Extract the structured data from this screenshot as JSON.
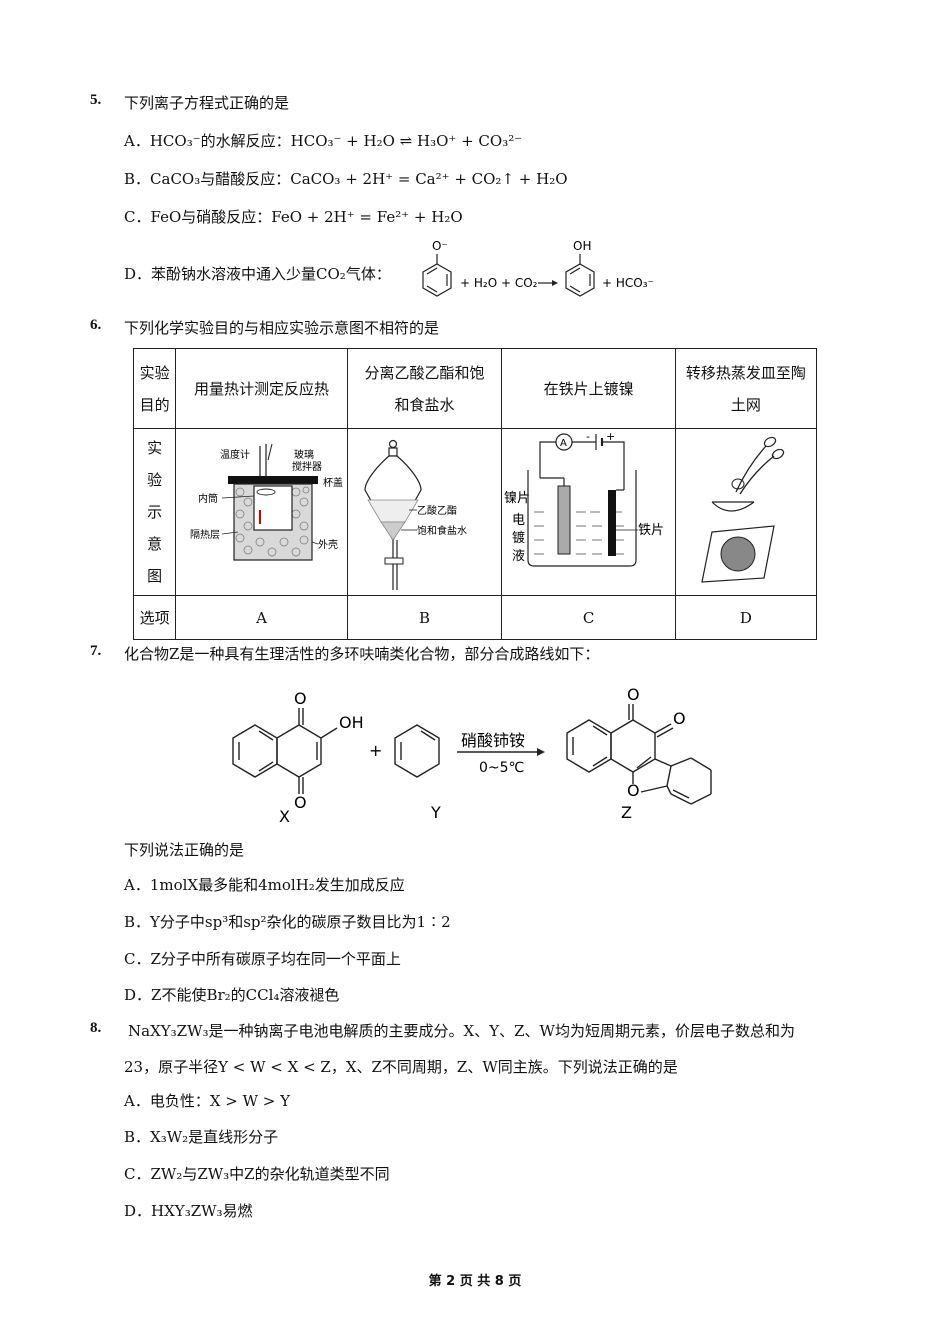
{
  "q5": {
    "num": "5.",
    "stem": "下列离子方程式正确的是",
    "a_label": "A．",
    "a_text": "HCO₃⁻的水解反应：HCO₃⁻ + H₂O ⇌ H₃O⁺ + CO₃²⁻",
    "b_label": "B．",
    "b_text": "CaCO₃与醋酸反应：CaCO₃ + 2H⁺ = Ca²⁺ + CO₂↑ + H₂O",
    "c_label": "C．",
    "c_text": "FeO与硝酸反应：FeO + 2H⁺ = Fe²⁺ + H₂O",
    "d_label": "D．",
    "d_text": "苯酚钠水溶液中通入少量CO₂气体：",
    "d_o": "O⁻",
    "d_mid": "+ H₂O + CO₂",
    "d_oh": "OH",
    "d_end": "+ HCO₃⁻"
  },
  "q6": {
    "num": "6.",
    "stem": "下列化学实验目的与相应实验示意图不相符的是",
    "row1_header": "实验\n目的",
    "row1": [
      "用量热计测定反应热",
      "分离乙酸乙酯和饱和食盐水",
      "在铁片上镀镍",
      "转移热蒸发皿至陶土网"
    ],
    "row2_header": "实验示意图",
    "row3_header": "选项",
    "options": [
      "A",
      "B",
      "C",
      "D"
    ],
    "figA_labels": {
      "thermo": "温度计",
      "glass1": "玻璃",
      "glass2": "搅拌器",
      "inner": "内筒",
      "lid": "杯盖",
      "insul": "隔热层",
      "shell": "外壳"
    },
    "figB_labels": {
      "ester": "乙酸乙酯",
      "brine": "饱和食盐水"
    },
    "figC_labels": {
      "ammeter": "A",
      "nickel": "镍片",
      "elec1": "电",
      "elec2": "镀",
      "elec3": "液",
      "iron": "铁片",
      "minus": "-",
      "plus": "+"
    }
  },
  "q7": {
    "num": "7.",
    "stem": "化合物Z是一种具有生理活性的多环呋喃类化合物，部分合成路线如下：",
    "reagent": "硝酸铈铵",
    "cond": "0~5℃",
    "x": "X",
    "y": "Y",
    "z": "Z",
    "plus": "+",
    "o": "O",
    "oh": "OH",
    "sub_stem": "下列说法正确的是",
    "a": "A．1molX最多能和4molH₂发生加成反应",
    "b": "B．Y分子中sp³和sp²杂化的碳原子数目比为1∶2",
    "c": "C．Z分子中所有碳原子均在同一个平面上",
    "d": "D．Z不能使Br₂的CCl₄溶液褪色"
  },
  "q8": {
    "num": "8.",
    "stem1": "NaXY₃ZW₃是一种钠离子电池电解质的主要成分。X、Y、Z、W均为短周期元素，价层电子数总和为",
    "stem2": "23，原子半径Y < W < X < Z，X、Z不同周期，Z、W同主族。下列说法正确的是",
    "a": "A．电负性：X > W > Y",
    "b": "B．X₃W₂是直线形分子",
    "c": "C．ZW₂与ZW₃中Z的杂化轨道类型不同",
    "d": "D．HXY₃ZW₃易燃"
  },
  "footer": "第 2 页 共 8 页"
}
